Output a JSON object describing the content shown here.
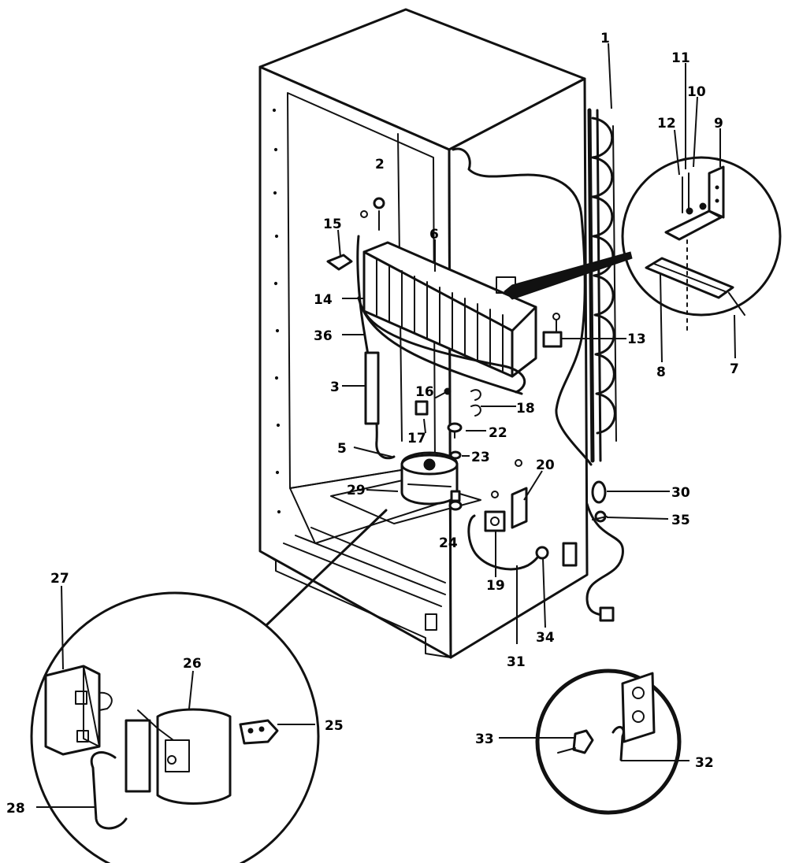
{
  "callouts": [
    {
      "id": "c1",
      "text": "1"
    },
    {
      "id": "c2",
      "text": "2"
    },
    {
      "id": "c3",
      "text": "3"
    },
    {
      "id": "c5",
      "text": "5"
    },
    {
      "id": "c6",
      "text": "6"
    },
    {
      "id": "c7",
      "text": "7"
    },
    {
      "id": "c8",
      "text": "8"
    },
    {
      "id": "c9",
      "text": "9"
    },
    {
      "id": "c10",
      "text": "10"
    },
    {
      "id": "c11",
      "text": "11"
    },
    {
      "id": "c12",
      "text": "12"
    },
    {
      "id": "c13",
      "text": "13"
    },
    {
      "id": "c14",
      "text": "14"
    },
    {
      "id": "c15",
      "text": "15"
    },
    {
      "id": "c16",
      "text": "16"
    },
    {
      "id": "c17",
      "text": "17"
    },
    {
      "id": "c18",
      "text": "18"
    },
    {
      "id": "c19",
      "text": "19"
    },
    {
      "id": "c20",
      "text": "20"
    },
    {
      "id": "c22",
      "text": "22"
    },
    {
      "id": "c23",
      "text": "23"
    },
    {
      "id": "c24",
      "text": "24"
    },
    {
      "id": "c25",
      "text": "25"
    },
    {
      "id": "c26",
      "text": "26"
    },
    {
      "id": "c27",
      "text": "27"
    },
    {
      "id": "c28",
      "text": "28"
    },
    {
      "id": "c29",
      "text": "29"
    },
    {
      "id": "c30",
      "text": "30"
    },
    {
      "id": "c31",
      "text": "31"
    },
    {
      "id": "c32",
      "text": "32"
    },
    {
      "id": "c33",
      "text": "33"
    },
    {
      "id": "c34",
      "text": "34"
    },
    {
      "id": "c35",
      "text": "35"
    },
    {
      "id": "c36",
      "text": "36"
    }
  ]
}
